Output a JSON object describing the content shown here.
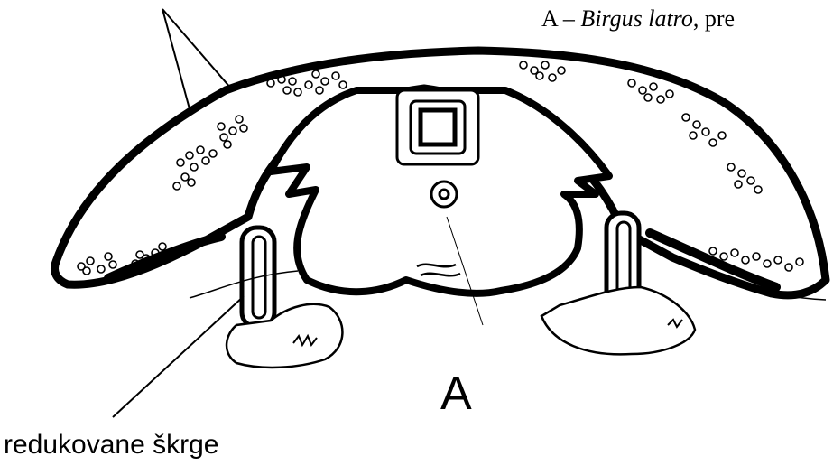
{
  "caption": {
    "prefix": "A – ",
    "species": "Birgus latro",
    "suffix": ", pre"
  },
  "panel_letter": "A",
  "labels": {
    "gills": "redukovane škrge"
  }
}
